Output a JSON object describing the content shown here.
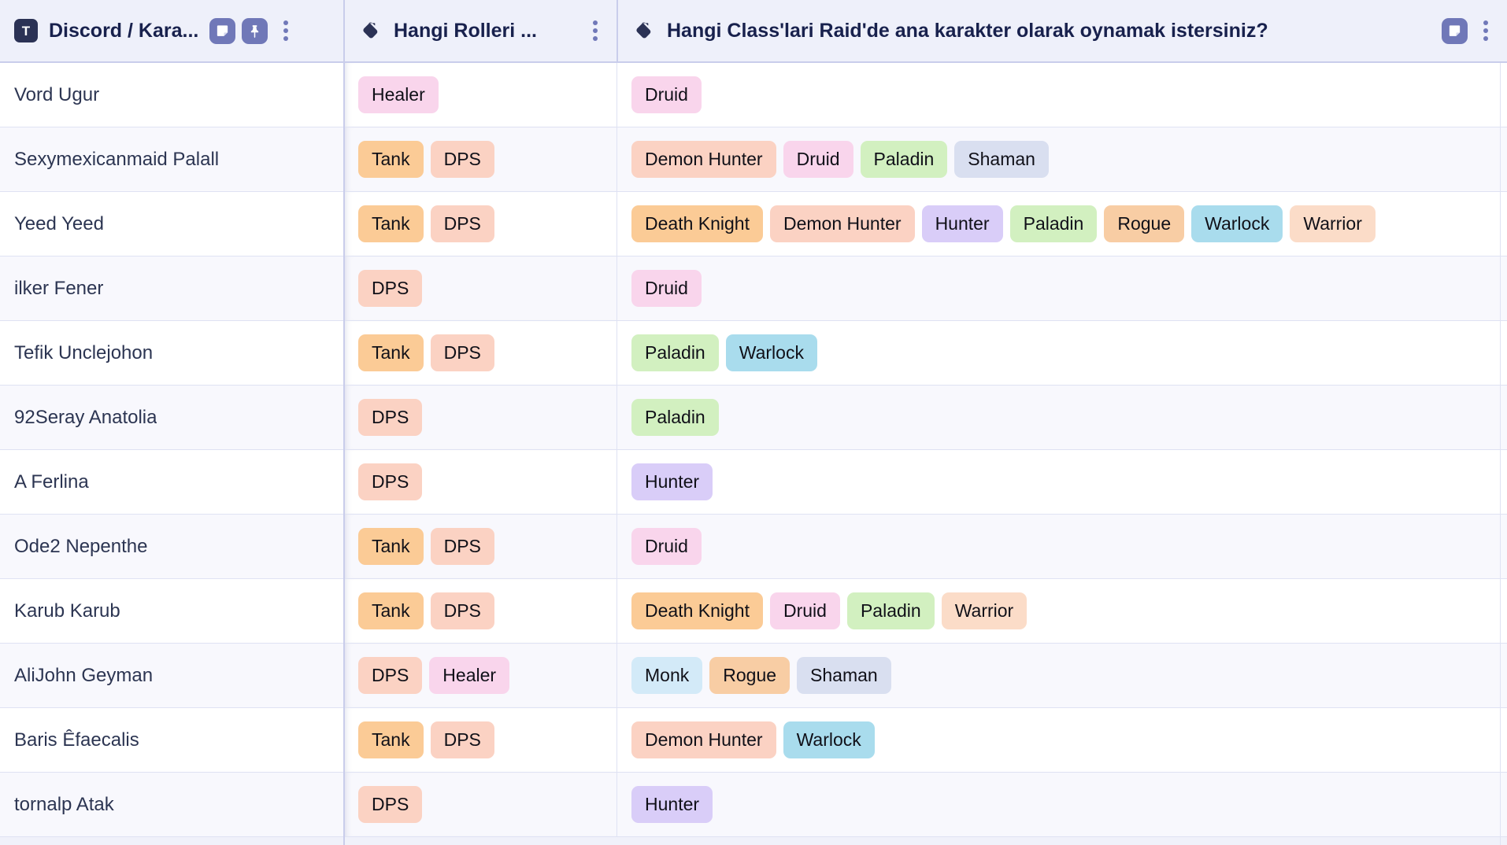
{
  "columns": [
    {
      "key": "name",
      "title": "Discord / Kara...",
      "type_icon": "text-type-icon",
      "type_icon_glyph": "T",
      "actions": [
        "note-icon",
        "pin-icon"
      ],
      "menu": "column-menu-icon"
    },
    {
      "key": "roles",
      "title": "Hangi Rolleri ...",
      "type_icon": "tag-type-icon",
      "actions": [],
      "menu": "column-menu-icon"
    },
    {
      "key": "classes",
      "title": "Hangi Class'lari Raid'de ana karakter olarak oynamak istersiniz?",
      "type_icon": "tag-type-icon",
      "actions": [
        "note-icon"
      ],
      "menu": "column-menu-icon"
    }
  ],
  "tag_colors": {
    "Tank": "#fbcb96",
    "DPS": "#fbd2c3",
    "Healer": "#f9d5ec",
    "Druid": "#f9d5ec",
    "Demon Hunter": "#fbd2c3",
    "Death Knight": "#fbcb96",
    "Hunter": "#d9cdf8",
    "Paladin": "#d2f0c0",
    "Shaman": "#d9dff0",
    "Rogue": "#f8cda4",
    "Warlock": "#a9dced",
    "Warrior": "#fbdcc8",
    "Monk": "#d3eaf8"
  },
  "rows": [
    {
      "name": "Vord Ugur",
      "roles": [
        "Healer"
      ],
      "classes": [
        "Druid"
      ]
    },
    {
      "name": "Sexymexicanmaid Palall",
      "roles": [
        "Tank",
        "DPS"
      ],
      "classes": [
        "Demon Hunter",
        "Druid",
        "Paladin",
        "Shaman"
      ]
    },
    {
      "name": "Yeed Yeed",
      "roles": [
        "Tank",
        "DPS"
      ],
      "classes": [
        "Death Knight",
        "Demon Hunter",
        "Hunter",
        "Paladin",
        "Rogue",
        "Warlock",
        "Warrior"
      ]
    },
    {
      "name": "ilker Fener",
      "roles": [
        "DPS"
      ],
      "classes": [
        "Druid"
      ]
    },
    {
      "name": "Tefik Unclejohon",
      "roles": [
        "Tank",
        "DPS"
      ],
      "classes": [
        "Paladin",
        "Warlock"
      ]
    },
    {
      "name": "92Seray Anatolia",
      "roles": [
        "DPS"
      ],
      "classes": [
        "Paladin"
      ]
    },
    {
      "name": "A Ferlina",
      "roles": [
        "DPS"
      ],
      "classes": [
        "Hunter"
      ]
    },
    {
      "name": "Ode2 Nepenthe",
      "roles": [
        "Tank",
        "DPS"
      ],
      "classes": [
        "Druid"
      ]
    },
    {
      "name": "Karub Karub",
      "roles": [
        "Tank",
        "DPS"
      ],
      "classes": [
        "Death Knight",
        "Druid",
        "Paladin",
        "Warrior"
      ]
    },
    {
      "name": "AliJohn Geyman",
      "roles": [
        "DPS",
        "Healer"
      ],
      "classes": [
        "Monk",
        "Rogue",
        "Shaman"
      ]
    },
    {
      "name": "Baris Êfaecalis",
      "roles": [
        "Tank",
        "DPS"
      ],
      "classes": [
        "Demon Hunter",
        "Warlock"
      ]
    },
    {
      "name": "tornalp Atak",
      "roles": [
        "DPS"
      ],
      "classes": [
        "Hunter"
      ]
    }
  ],
  "theme": {
    "header_bg": "#eef0fa",
    "header_text": "#18214d",
    "row_bg": "#ffffff",
    "row_alt_bg": "#f8f8fd",
    "grid_line": "#dfe2f3",
    "strong_line": "#c9cdeb",
    "icon_accent": "#7078b8",
    "type_icon_bg": "#2b3255",
    "body_text": "#2c3552"
  }
}
